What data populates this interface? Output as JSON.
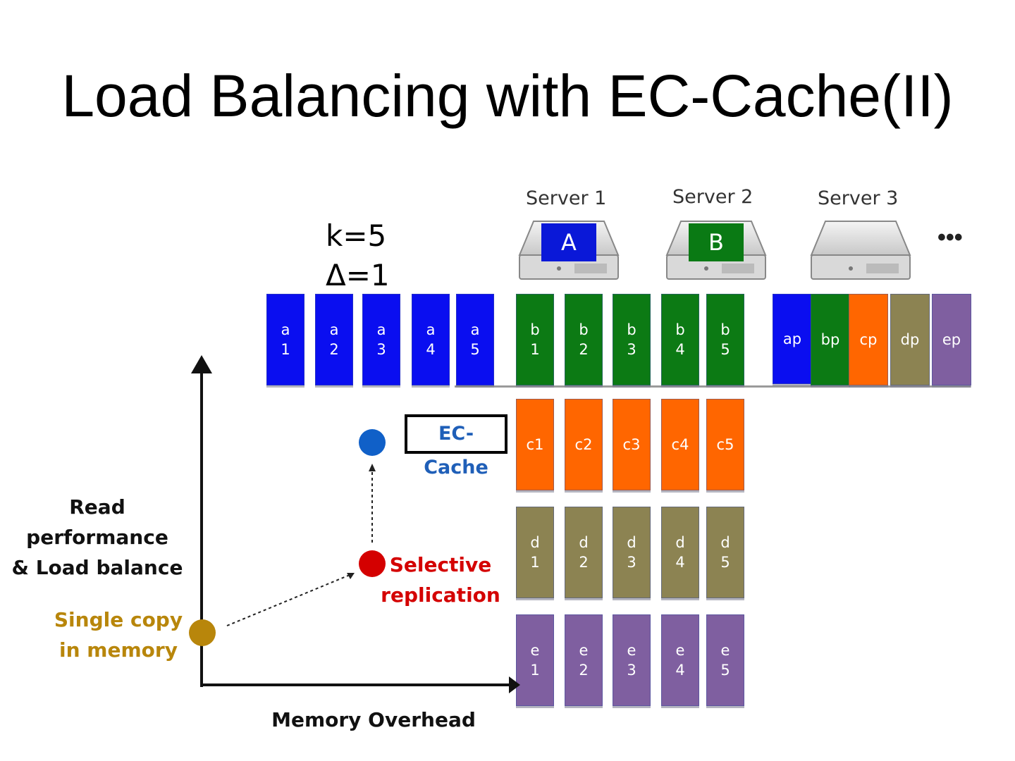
{
  "title": "Load Balancing with EC-Cache(II)",
  "params": {
    "k": "k=5",
    "delta": "Δ=1"
  },
  "servers": [
    {
      "label": "Server 1",
      "object": "A",
      "object_color": "#0a18d8"
    },
    {
      "label": "Server 2",
      "object": "B",
      "object_color": "#0a7a14"
    },
    {
      "label": "Server 3",
      "object": "",
      "object_color": ""
    }
  ],
  "more_servers": "•••",
  "colors": {
    "a": "#0a0ef0",
    "b": "#0c7a14",
    "c": "#ff6600",
    "d": "#8c8352",
    "e": "#7f5fa0",
    "ec_cache": "#1f5fb8",
    "selective": "#d40000",
    "single": "#b8860b"
  },
  "rows": [
    {
      "name": "a",
      "chunks": [
        "a\n1",
        "a\n2",
        "a\n3",
        "a\n4",
        "a\n5"
      ]
    },
    {
      "name": "b",
      "chunks": [
        "b\n1",
        "b\n2",
        "b\n3",
        "b\n4",
        "b\n5"
      ]
    },
    {
      "name": "c",
      "chunks": [
        "c1",
        "c2",
        "c3",
        "c4",
        "c5"
      ]
    },
    {
      "name": "d",
      "chunks": [
        "d\n1",
        "d\n2",
        "d\n3",
        "d\n4",
        "d\n5"
      ]
    },
    {
      "name": "e",
      "chunks": [
        "e\n1",
        "e\n2",
        "e\n3",
        "e\n4",
        "e\n5"
      ]
    }
  ],
  "parity": [
    "ap",
    "bp",
    "cp",
    "dp",
    "ep"
  ],
  "chart": {
    "y_label": "Read performance\n& Load balance",
    "x_label": "Memory Overhead",
    "points": [
      {
        "label": "Single copy\nin memory"
      },
      {
        "label": "Selective\nreplication"
      },
      {
        "label": "EC-Cache"
      }
    ]
  }
}
